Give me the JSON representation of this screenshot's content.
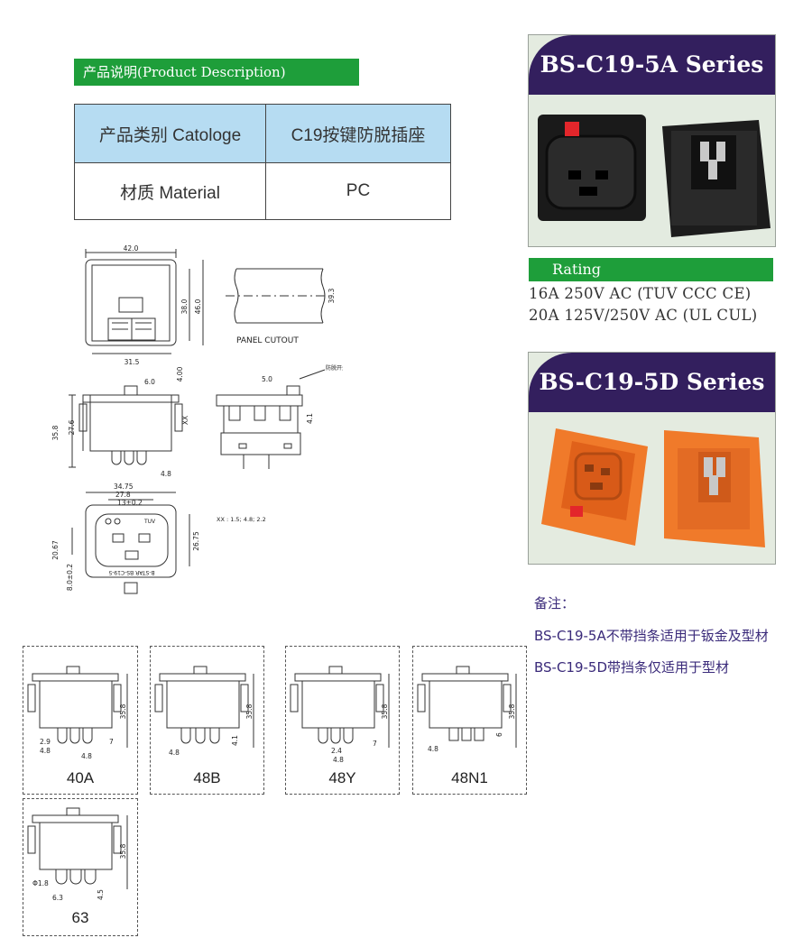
{
  "desc": {
    "title": "产品说明(Product Description)"
  },
  "spec_table": {
    "rows": [
      {
        "label": "产品类别 Catologe",
        "value": "C19按键防脱插座"
      },
      {
        "label": "材质 Material",
        "value": "PC"
      }
    ]
  },
  "series_a": {
    "title": "BS-C19-5A Series"
  },
  "rating": {
    "label": "Rating",
    "lines": [
      "16A 250V AC (TUV  CCC CE)",
      "20A 125V/250V AC (UL CUL)"
    ]
  },
  "series_d": {
    "title": "BS-C19-5D Series"
  },
  "notes": {
    "heading": "备注：",
    "lines": [
      "BS-C19-5A不带挡条适用于钣金及型材",
      "BS-C19-5D带挡条仅适用于型材"
    ]
  },
  "drawing": {
    "top_width": "42.0",
    "height_38": "38.0",
    "height_46": "46.0",
    "bottom_width": "31.5",
    "panel_cutout": "PANEL CUTOUT",
    "panel_dim": "39.3",
    "dim_400": "4.00",
    "dim_60": "6.0",
    "dim_50": "5.0",
    "side_note": "防脱开关",
    "dim_358": "35.8",
    "dim_276": "27.6",
    "dim_xx": "XX",
    "dim_41": "4.1",
    "dim_48": "4.8",
    "dim_3475": "34.75",
    "dim_278": "27.8",
    "dim_13": "13±0.2",
    "dim_2067": "20.67",
    "dim_2675": "26.75",
    "dim_80": "8.0±0.2",
    "xx_note": "XX : 1.5; 4.8; 2.2",
    "label_text": "B-STAR BS-C19-5",
    "brand_mark": "TUV"
  },
  "variants": [
    {
      "label": "40A",
      "h": "35.8",
      "a": "2.9",
      "b": "4.8",
      "c": "4.8",
      "d": "7"
    },
    {
      "label": "48B",
      "h": "35.8",
      "a": "4.8",
      "b": "4.1"
    },
    {
      "label": "48Y",
      "h": "35.8",
      "a": "2.4",
      "b": "4.8",
      "c": "7"
    },
    {
      "label": "48N1",
      "h": "35.8",
      "a": "4.8",
      "b": "6"
    },
    {
      "label": "63",
      "h": "35.8",
      "a": "Φ1.8",
      "b": "6.3",
      "c": "4.5"
    }
  ]
}
